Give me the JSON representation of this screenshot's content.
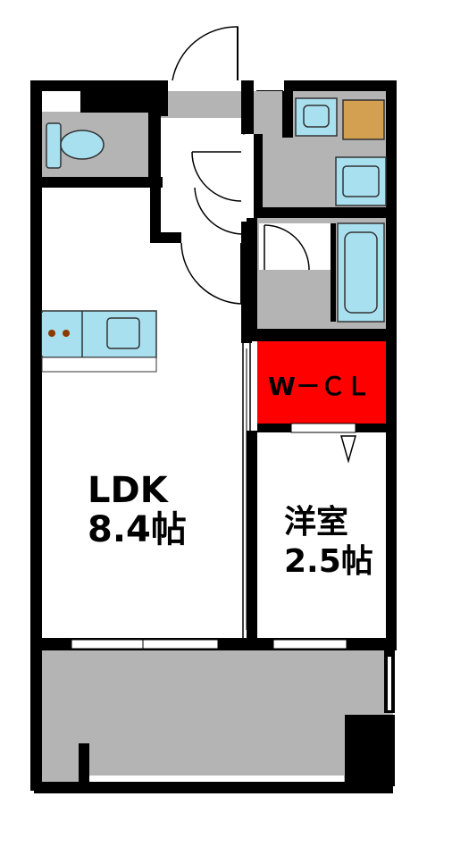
{
  "rooms": {
    "ldk": {
      "name": "LDK",
      "size": "8.4帖"
    },
    "western": {
      "name": "洋室",
      "size": "2.5帖"
    },
    "closet": {
      "name": "W－ＣＬ"
    }
  },
  "colors": {
    "wall": "#000000",
    "floor": "#ffffff",
    "wet_area": "#b4b4b4",
    "balcony": "#b4b4b4",
    "fixture": "#a8e0f0",
    "closet_fill": "#ff0000",
    "shoebox": "#ff0000",
    "washer": "#d2a050",
    "stove_burner": "#8b3a00"
  },
  "icons": [
    "toilet-icon",
    "kitchen-sink-icon",
    "stove-icon",
    "washbasin-icon",
    "bathtub-icon",
    "washing-machine-icon"
  ]
}
